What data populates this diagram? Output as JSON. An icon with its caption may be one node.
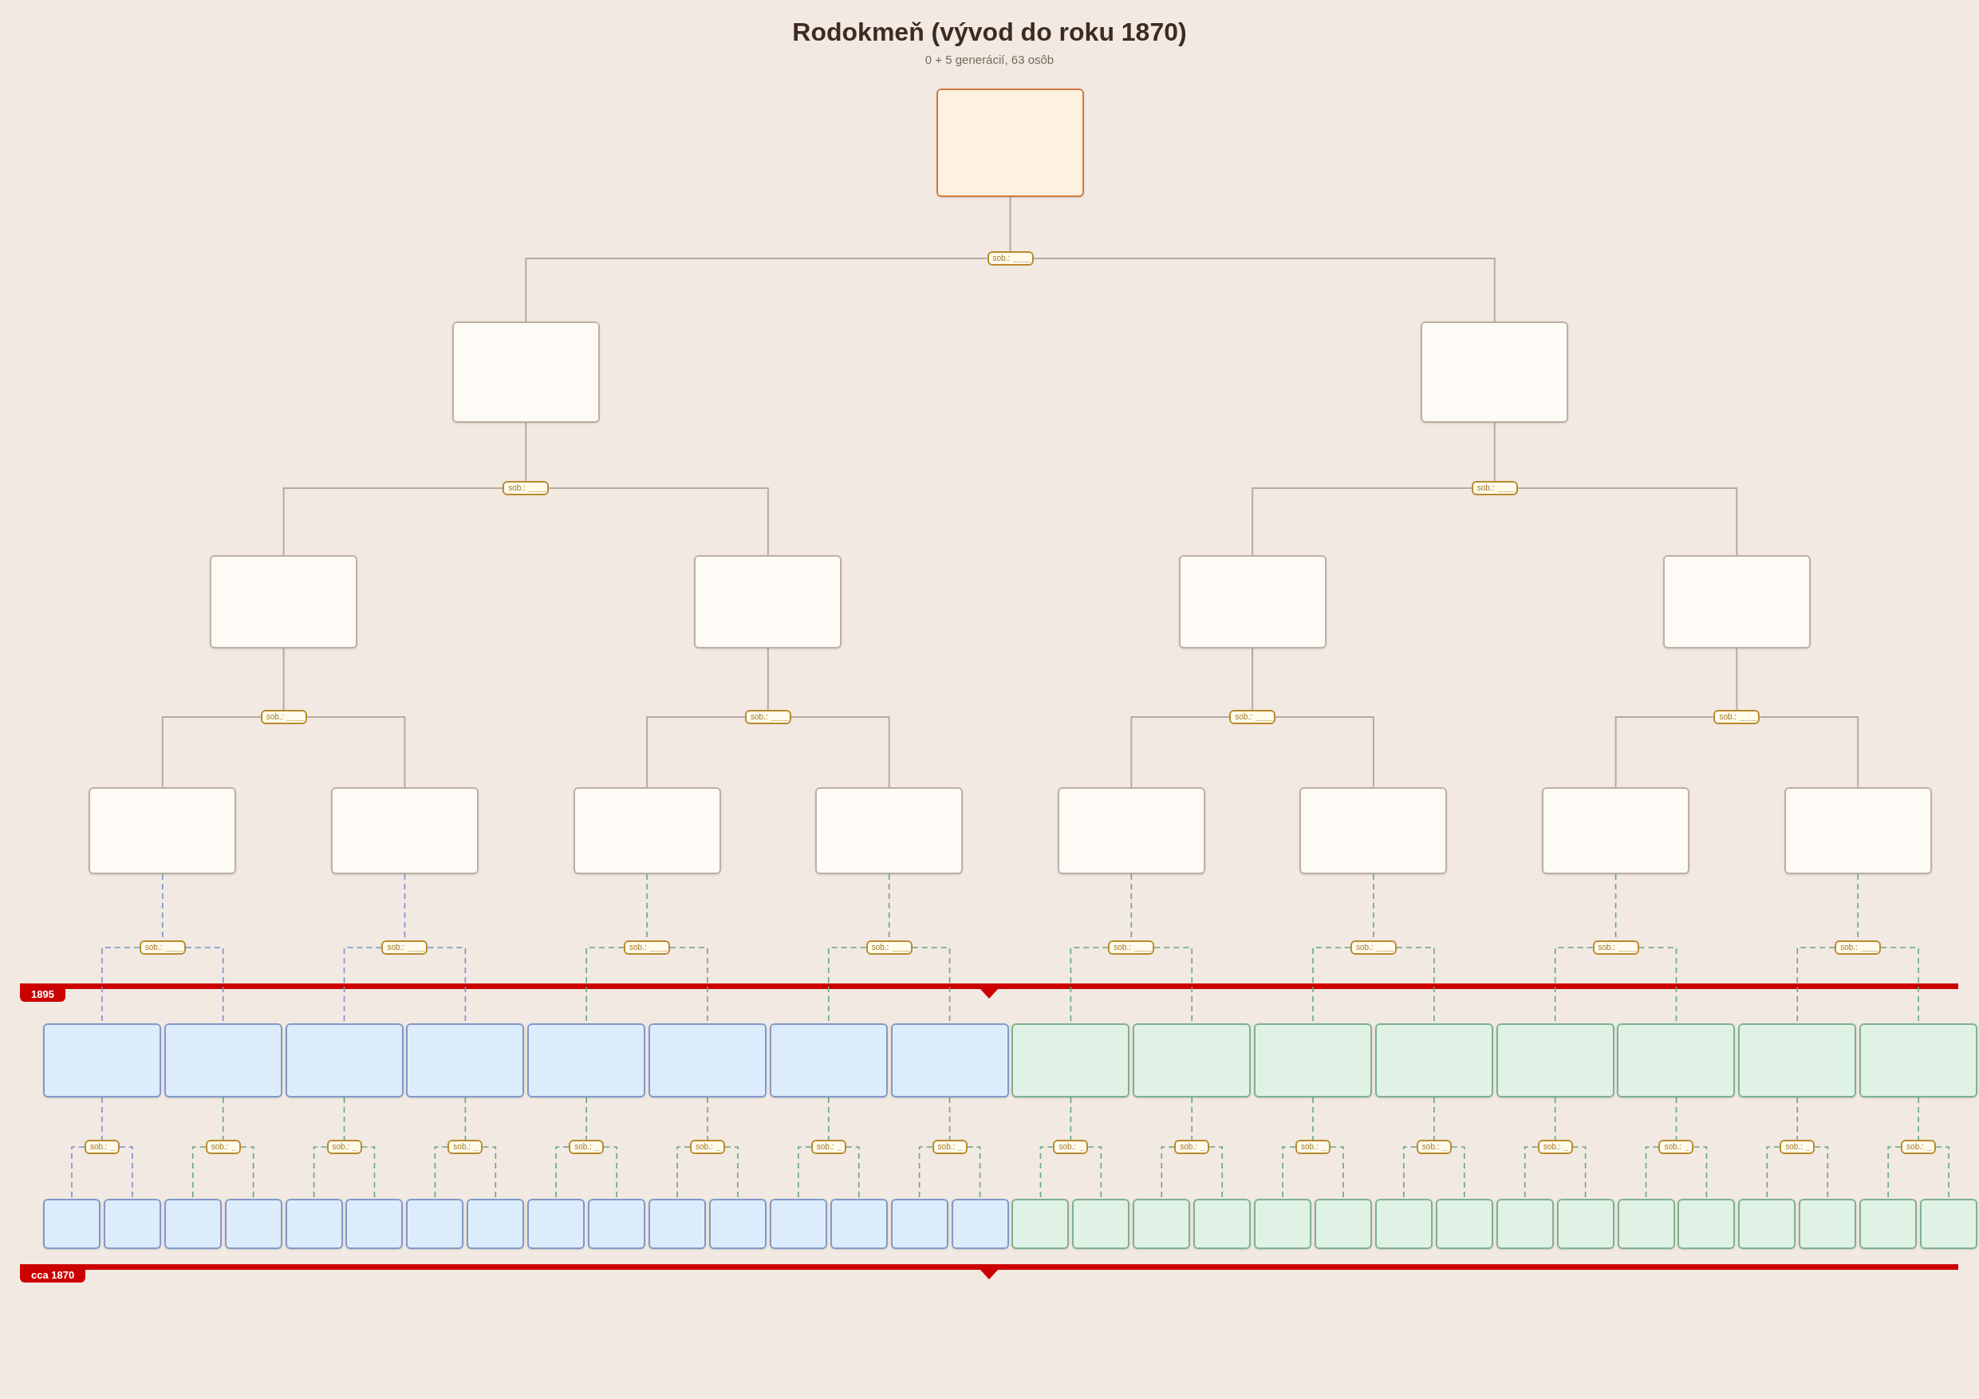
{
  "diagram": {
    "title": "Rodokmeň (vývod do roku 1870)",
    "caption": "0 + 5 generácií, 63 osôb",
    "nodes": [
      {
        "text": [],
        "shape": "box"
      },
      {
        "text": [
          "sob.:",
          "____"
        ]
      },
      {
        "text": [],
        "shape": "box"
      },
      {
        "text": [],
        "shape": "box"
      },
      {
        "text": [
          "sob.:",
          "____"
        ]
      },
      {
        "text": [
          "sob.:",
          "____"
        ]
      },
      {
        "text": [],
        "shape": "box"
      },
      {
        "text": [],
        "shape": "box"
      },
      {
        "text": [],
        "shape": "box"
      },
      {
        "text": [],
        "shape": "box"
      },
      {
        "text": [
          "sob.:",
          "____"
        ]
      },
      {
        "text": [
          "sob.:",
          "____"
        ]
      },
      {
        "text": [
          "sob.:",
          "____"
        ]
      },
      {
        "text": [
          "sob.:",
          "____"
        ]
      },
      {
        "text": [],
        "shape": "box"
      },
      {
        "text": [],
        "shape": "box"
      },
      {
        "text": [],
        "shape": "box"
      },
      {
        "text": [],
        "shape": "box"
      },
      {
        "text": [],
        "shape": "box"
      },
      {
        "text": [],
        "shape": "box"
      },
      {
        "text": [],
        "shape": "box"
      },
      {
        "text": [],
        "shape": "box"
      },
      {
        "text": [
          "sob.:",
          "____"
        ]
      },
      {
        "text": [
          "sob.:",
          "____"
        ]
      },
      {
        "text": [
          "sob.:",
          "____"
        ]
      },
      {
        "text": [
          "sob.:",
          "____"
        ]
      },
      {
        "text": [
          "sob.:",
          "____"
        ]
      },
      {
        "text": [
          "sob.:",
          "____"
        ]
      },
      {
        "text": [
          "sob.:",
          "____"
        ]
      },
      {
        "text": [
          "sob.:",
          "____"
        ]
      },
      {
        "text": [],
        "shape": "box"
      },
      {
        "text": [],
        "shape": "box"
      },
      {
        "text": [],
        "shape": "box"
      },
      {
        "text": [],
        "shape": "box"
      },
      {
        "text": [],
        "shape": "box"
      },
      {
        "text": [],
        "shape": "box"
      },
      {
        "text": [],
        "shape": "box"
      },
      {
        "text": [],
        "shape": "box"
      },
      {
        "text": [],
        "shape": "box"
      },
      {
        "text": [],
        "shape": "box"
      },
      {
        "text": [],
        "shape": "box"
      },
      {
        "text": [],
        "shape": "box"
      },
      {
        "text": [],
        "shape": "box"
      },
      {
        "text": [],
        "shape": "box"
      },
      {
        "text": [],
        "shape": "box"
      },
      {
        "text": [],
        "shape": "box"
      },
      {
        "text": [
          "sob.:",
          "_"
        ]
      },
      {
        "text": [
          "sob.:",
          "_"
        ]
      },
      {
        "text": [
          "sob.:",
          "_"
        ]
      },
      {
        "text": [
          "sob.:",
          "_"
        ]
      },
      {
        "text": [
          "sob.:",
          "_"
        ]
      },
      {
        "text": [
          "sob.:",
          "_"
        ]
      },
      {
        "text": [
          "sob.:",
          "_"
        ]
      },
      {
        "text": [
          "sob.:",
          "_"
        ]
      },
      {
        "text": [
          "sob.:",
          "_"
        ]
      },
      {
        "text": [
          "sob.:",
          "_"
        ]
      },
      {
        "text": [
          "sob.:",
          "_"
        ]
      },
      {
        "text": [
          "sob.:",
          "_"
        ]
      },
      {
        "text": [
          "sob.:",
          "_"
        ]
      },
      {
        "text": [
          "sob.:",
          "_"
        ]
      },
      {
        "text": [
          "sob.:",
          "_"
        ]
      },
      {
        "text": [
          "sob.:",
          "_"
        ]
      },
      {
        "text": [],
        "shape": "box"
      },
      {
        "text": [],
        "shape": "box"
      },
      {
        "text": [],
        "shape": "box"
      },
      {
        "text": [],
        "shape": "box"
      },
      {
        "text": [],
        "shape": "box"
      },
      {
        "text": [],
        "shape": "box"
      },
      {
        "text": [],
        "shape": "box"
      },
      {
        "text": [],
        "shape": "box"
      },
      {
        "text": [],
        "shape": "box"
      },
      {
        "text": [],
        "shape": "box"
      },
      {
        "text": [],
        "shape": "box"
      },
      {
        "text": [],
        "shape": "box"
      },
      {
        "text": [],
        "shape": "box"
      },
      {
        "text": [],
        "shape": "box"
      },
      {
        "text": [],
        "shape": "box"
      },
      {
        "text": [],
        "shape": "box"
      },
      {
        "text": [],
        "shape": "box"
      },
      {
        "text": [],
        "shape": "box"
      },
      {
        "text": [],
        "shape": "box"
      },
      {
        "text": [],
        "shape": "box"
      },
      {
        "text": [],
        "shape": "box"
      },
      {
        "text": [],
        "shape": "box"
      },
      {
        "text": [],
        "shape": "box"
      },
      {
        "text": [],
        "shape": "box"
      },
      {
        "text": [],
        "shape": "box"
      },
      {
        "text": [],
        "shape": "box"
      },
      {
        "text": [],
        "shape": "box"
      },
      {
        "text": [],
        "shape": "box"
      },
      {
        "text": [],
        "shape": "box"
      },
      {
        "text": [],
        "shape": "box"
      },
      {
        "text": [],
        "shape": "box"
      },
      {
        "text": [],
        "shape": "box"
      }
    ],
    "edges": [
      {
        "from": 0,
        "to": 1,
        "arrow": "none",
        "color": "#b8ab9c"
      },
      {
        "from": 1,
        "to": 2,
        "arrow": "none",
        "color": "#b8ab9c"
      },
      {
        "from": 1,
        "to": 3,
        "arrow": "none",
        "color": "#b8ab9c"
      },
      {
        "from": 2,
        "to": 4,
        "arrow": "none",
        "color": "#b8ab9c"
      },
      {
        "from": 4,
        "to": 6,
        "arrow": "none",
        "color": "#b8ab9c"
      },
      {
        "from": 4,
        "to": 7,
        "arrow": "none",
        "color": "#b8ab9c"
      },
      {
        "from": 3,
        "to": 5,
        "arrow": "none",
        "color": "#b8ab9c"
      },
      {
        "from": 5,
        "to": 8,
        "arrow": "none",
        "color": "#b8ab9c"
      },
      {
        "from": 5,
        "to": 9,
        "arrow": "none",
        "color": "#b8ab9c"
      },
      {
        "from": 6,
        "to": 10,
        "arrow": "none",
        "color": "#b8ab9c"
      },
      {
        "from": 10,
        "to": 14,
        "arrow": "none",
        "color": "#b8ab9c"
      },
      {
        "from": 10,
        "to": 15,
        "arrow": "none",
        "color": "#b8ab9c"
      },
      {
        "from": 7,
        "to": 11,
        "arrow": "none",
        "color": "#b8ab9c"
      },
      {
        "from": 11,
        "to": 16,
        "arrow": "none",
        "color": "#b8ab9c"
      },
      {
        "from": 11,
        "to": 17,
        "arrow": "none",
        "color": "#b8ab9c"
      },
      {
        "from": 8,
        "to": 12,
        "arrow": "none",
        "color": "#b8ab9c"
      },
      {
        "from": 12,
        "to": 18,
        "arrow": "none",
        "color": "#b8ab9c"
      },
      {
        "from": 12,
        "to": 19,
        "arrow": "none",
        "color": "#b8ab9c"
      },
      {
        "from": 9,
        "to": 13,
        "arrow": "none",
        "color": "#b8ab9c"
      },
      {
        "from": 13,
        "to": 20,
        "arrow": "none",
        "color": "#b8ab9c"
      },
      {
        "from": 13,
        "to": 21,
        "arrow": "none",
        "color": "#b8ab9c"
      },
      {
        "from": 14,
        "to": 22,
        "arrow": "none",
        "style": "dashed",
        "color": "#7b93c9"
      },
      {
        "from": 22,
        "to": 30,
        "arrow": "none",
        "style": "dashed",
        "color": "#7b93c9"
      },
      {
        "from": 22,
        "to": 31,
        "arrow": "none",
        "style": "dashed",
        "color": "#7b93c9"
      },
      {
        "from": 15,
        "to": 23,
        "arrow": "none",
        "style": "dashed",
        "color": "#7b93c9"
      },
      {
        "from": 23,
        "to": 32,
        "arrow": "none",
        "style": "dashed",
        "color": "#7b93c9"
      },
      {
        "from": 23,
        "to": 33,
        "arrow": "none",
        "style": "dashed",
        "color": "#7b93c9"
      },
      {
        "from": 16,
        "to": 24,
        "arrow": "none",
        "style": "dashed"
      },
      {
        "from": 24,
        "to": 34,
        "arrow": "none",
        "style": "dashed"
      },
      {
        "from": 24,
        "to": 35,
        "arrow": "none",
        "style": "dashed"
      },
      {
        "from": 17,
        "to": 25,
        "arrow": "none",
        "style": "dashed"
      },
      {
        "from": 25,
        "to": 36,
        "arrow": "none",
        "style": "dashed"
      },
      {
        "from": 25,
        "to": 37,
        "arrow": "none",
        "style": "dashed"
      },
      {
        "from": 18,
        "to": 26,
        "arrow": "none",
        "style": "dashed"
      },
      {
        "from": 26,
        "to": 38,
        "arrow": "none",
        "style": "dashed"
      },
      {
        "from": 26,
        "to": 39,
        "arrow": "none",
        "style": "dashed"
      },
      {
        "from": 19,
        "to": 27,
        "arrow": "none",
        "style": "dashed"
      },
      {
        "from": 27,
        "to": 40,
        "arrow": "none",
        "style": "dashed"
      },
      {
        "from": 27,
        "to": 41,
        "arrow": "none",
        "style": "dashed"
      },
      {
        "from": 20,
        "to": 28,
        "arrow": "none",
        "style": "dashed"
      },
      {
        "from": 28,
        "to": 42,
        "arrow": "none",
        "style": "dashed"
      },
      {
        "from": 28,
        "to": 43,
        "arrow": "none",
        "style": "dashed"
      },
      {
        "from": 21,
        "to": 29,
        "arrow": "none",
        "style": "dashed"
      },
      {
        "from": 29,
        "to": 44,
        "arrow": "none",
        "style": "dashed"
      },
      {
        "from": 29,
        "to": 45,
        "arrow": "none",
        "style": "dashed"
      },
      {
        "from": 30,
        "to": 46,
        "arrow": "none",
        "style": "dashed",
        "color": "#7b93c9"
      },
      {
        "from": 46,
        "to": 62,
        "arrow": "none",
        "style": "dashed",
        "color": "#7b93c9"
      },
      {
        "from": 46,
        "to": 63,
        "arrow": "none",
        "style": "dashed",
        "color": "#7b93c9"
      },
      {
        "from": 31,
        "to": 47,
        "arrow": "none",
        "style": "dashed"
      },
      {
        "from": 47,
        "to": 64,
        "arrow": "none",
        "style": "dashed"
      },
      {
        "from": 47,
        "to": 65,
        "arrow": "none",
        "style": "dashed"
      },
      {
        "from": 32,
        "to": 48,
        "arrow": "none",
        "style": "dashed"
      },
      {
        "from": 48,
        "to": 66,
        "arrow": "none",
        "style": "dashed"
      },
      {
        "from": 48,
        "to": 67,
        "arrow": "none",
        "style": "dashed"
      },
      {
        "from": 33,
        "to": 49,
        "arrow": "none",
        "style": "dashed"
      },
      {
        "from": 49,
        "to": 68,
        "arrow": "none",
        "style": "dashed"
      },
      {
        "from": 49,
        "to": 69,
        "arrow": "none",
        "style": "dashed"
      },
      {
        "from": 34,
        "to": 50,
        "arrow": "none",
        "style": "dashed"
      },
      {
        "from": 50,
        "to": 70,
        "arrow": "none",
        "style": "dashed"
      },
      {
        "from": 50,
        "to": 71,
        "arrow": "none",
        "style": "dashed"
      },
      {
        "from": 35,
        "to": 51,
        "arrow": "none",
        "style": "dashed"
      },
      {
        "from": 51,
        "to": 72,
        "arrow": "none",
        "style": "dashed"
      },
      {
        "from": 51,
        "to": 73,
        "arrow": "none",
        "style": "dashed"
      },
      {
        "from": 36,
        "to": 52,
        "arrow": "none",
        "style": "dashed"
      },
      {
        "from": 52,
        "to": 74,
        "arrow": "none",
        "style": "dashed"
      },
      {
        "from": 52,
        "to": 75,
        "arrow": "none",
        "style": "dashed"
      },
      {
        "from": 37,
        "to": 53,
        "arrow": "none",
        "style": "dashed"
      },
      {
        "from": 53,
        "to": 76,
        "arrow": "none",
        "style": "dashed"
      },
      {
        "from": 53,
        "to": 77,
        "arrow": "none",
        "style": "dashed"
      },
      {
        "from": 38,
        "to": 54,
        "arrow": "none",
        "style": "dashed"
      },
      {
        "from": 54,
        "to": 78,
        "arrow": "none",
        "style": "dashed"
      },
      {
        "from": 54,
        "to": 79,
        "arrow": "none",
        "style": "dashed"
      },
      {
        "from": 39,
        "to": 55,
        "arrow": "none",
        "style": "dashed"
      },
      {
        "from": 55,
        "to": 80,
        "arrow": "none",
        "style": "dashed"
      },
      {
        "from": 55,
        "to": 81,
        "arrow": "none",
        "style": "dashed"
      },
      {
        "from": 40,
        "to": 56,
        "arrow": "none",
        "style": "dashed"
      },
      {
        "from": 56,
        "to": 82,
        "arrow": "none",
        "style": "dashed"
      },
      {
        "from": 56,
        "to": 83,
        "arrow": "none",
        "style": "dashed"
      },
      {
        "from": 41,
        "to": 57,
        "arrow": "none",
        "style": "dashed"
      },
      {
        "from": 57,
        "to": 84,
        "arrow": "none",
        "style": "dashed"
      },
      {
        "from": 57,
        "to": 85,
        "arrow": "none",
        "style": "dashed"
      },
      {
        "from": 42,
        "to": 58,
        "arrow": "none",
        "style": "dashed"
      },
      {
        "from": 58,
        "to": 86,
        "arrow": "none",
        "style": "dashed"
      },
      {
        "from": 58,
        "to": 87,
        "arrow": "none",
        "style": "dashed"
      },
      {
        "from": 43,
        "to": 59,
        "arrow": "none",
        "style": "dashed"
      },
      {
        "from": 59,
        "to": 88,
        "arrow": "none",
        "style": "dashed"
      },
      {
        "from": 59,
        "to": 89,
        "arrow": "none",
        "style": "dashed"
      },
      {
        "from": 44,
        "to": 60,
        "arrow": "none",
        "style": "dashed"
      },
      {
        "from": 60,
        "to": 90,
        "arrow": "none",
        "style": "dashed"
      },
      {
        "from": 60,
        "to": 91,
        "arrow": "none",
        "style": "dashed"
      },
      {
        "from": 45,
        "to": 61,
        "arrow": "none",
        "style": "dashed"
      },
      {
        "from": 61,
        "to": 92,
        "arrow": "none",
        "style": "dashed"
      },
      {
        "from": 61,
        "to": 93,
        "arrow": "none",
        "style": "dashed"
      }
    ],
    "labels": [
      "1895",
      "cca 1870"
    ]
  }
}
